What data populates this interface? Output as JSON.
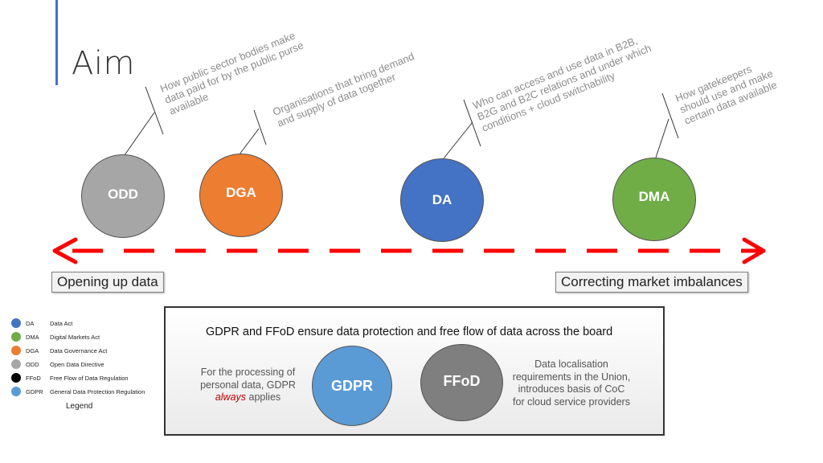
{
  "slide": {
    "title": "Aim"
  },
  "circles": {
    "odd": {
      "label": "ODD",
      "color": "#a6a6a6"
    },
    "dga": {
      "label": "DGA",
      "color": "#ed7d31"
    },
    "da": {
      "label": "DA",
      "color": "#4472c4"
    },
    "dma": {
      "label": "DMA",
      "color": "#70ad47"
    },
    "gdpr": {
      "label": "GDPR",
      "color": "#5b9bd5"
    },
    "ffod": {
      "label": "FFoD",
      "color": "#7f7f7f"
    }
  },
  "annotations": {
    "odd": [
      "How public sector bodies make",
      "data paid for by the public purse",
      "available"
    ],
    "dga": [
      "Organisations that bring demand",
      "and supply of data together"
    ],
    "da": [
      "Who can access and use data in B2B,",
      "B2G and B2C relations and under which",
      "conditions + cloud switchability"
    ],
    "dma": [
      "How gatekeepers",
      "should use and make",
      "certain data available"
    ]
  },
  "axis": {
    "left_label": "Opening up data",
    "right_label": "Correcting market imbalances",
    "arrow_color": "#ff0000"
  },
  "legend": {
    "title": "Legend",
    "items": [
      {
        "abbr": "DA",
        "name": "Data Act",
        "color": "#4472c4"
      },
      {
        "abbr": "DMA",
        "name": "Digital Markets Act",
        "color": "#70ad47"
      },
      {
        "abbr": "DGA",
        "name": "Data Governance Act",
        "color": "#ed7d31"
      },
      {
        "abbr": "ODD",
        "name": "Open Data Directive",
        "color": "#a6a6a6"
      },
      {
        "abbr": "FFoD",
        "name": "Free Flow of Data Regulation",
        "color": "#000000"
      },
      {
        "abbr": "GDPR",
        "name": "General Data Protection Regulation",
        "color": "#5b9bd5"
      }
    ]
  },
  "info": {
    "heading": "GDPR and FFoD ensure data protection and free flow of data across the board",
    "left_text_before": "For the processing of personal data, GDPR",
    "left_text_emphasis": "always",
    "left_text_after": "applies",
    "right_text": "Data localisation requirements in the Union, introduces basis of CoC for cloud service providers"
  }
}
